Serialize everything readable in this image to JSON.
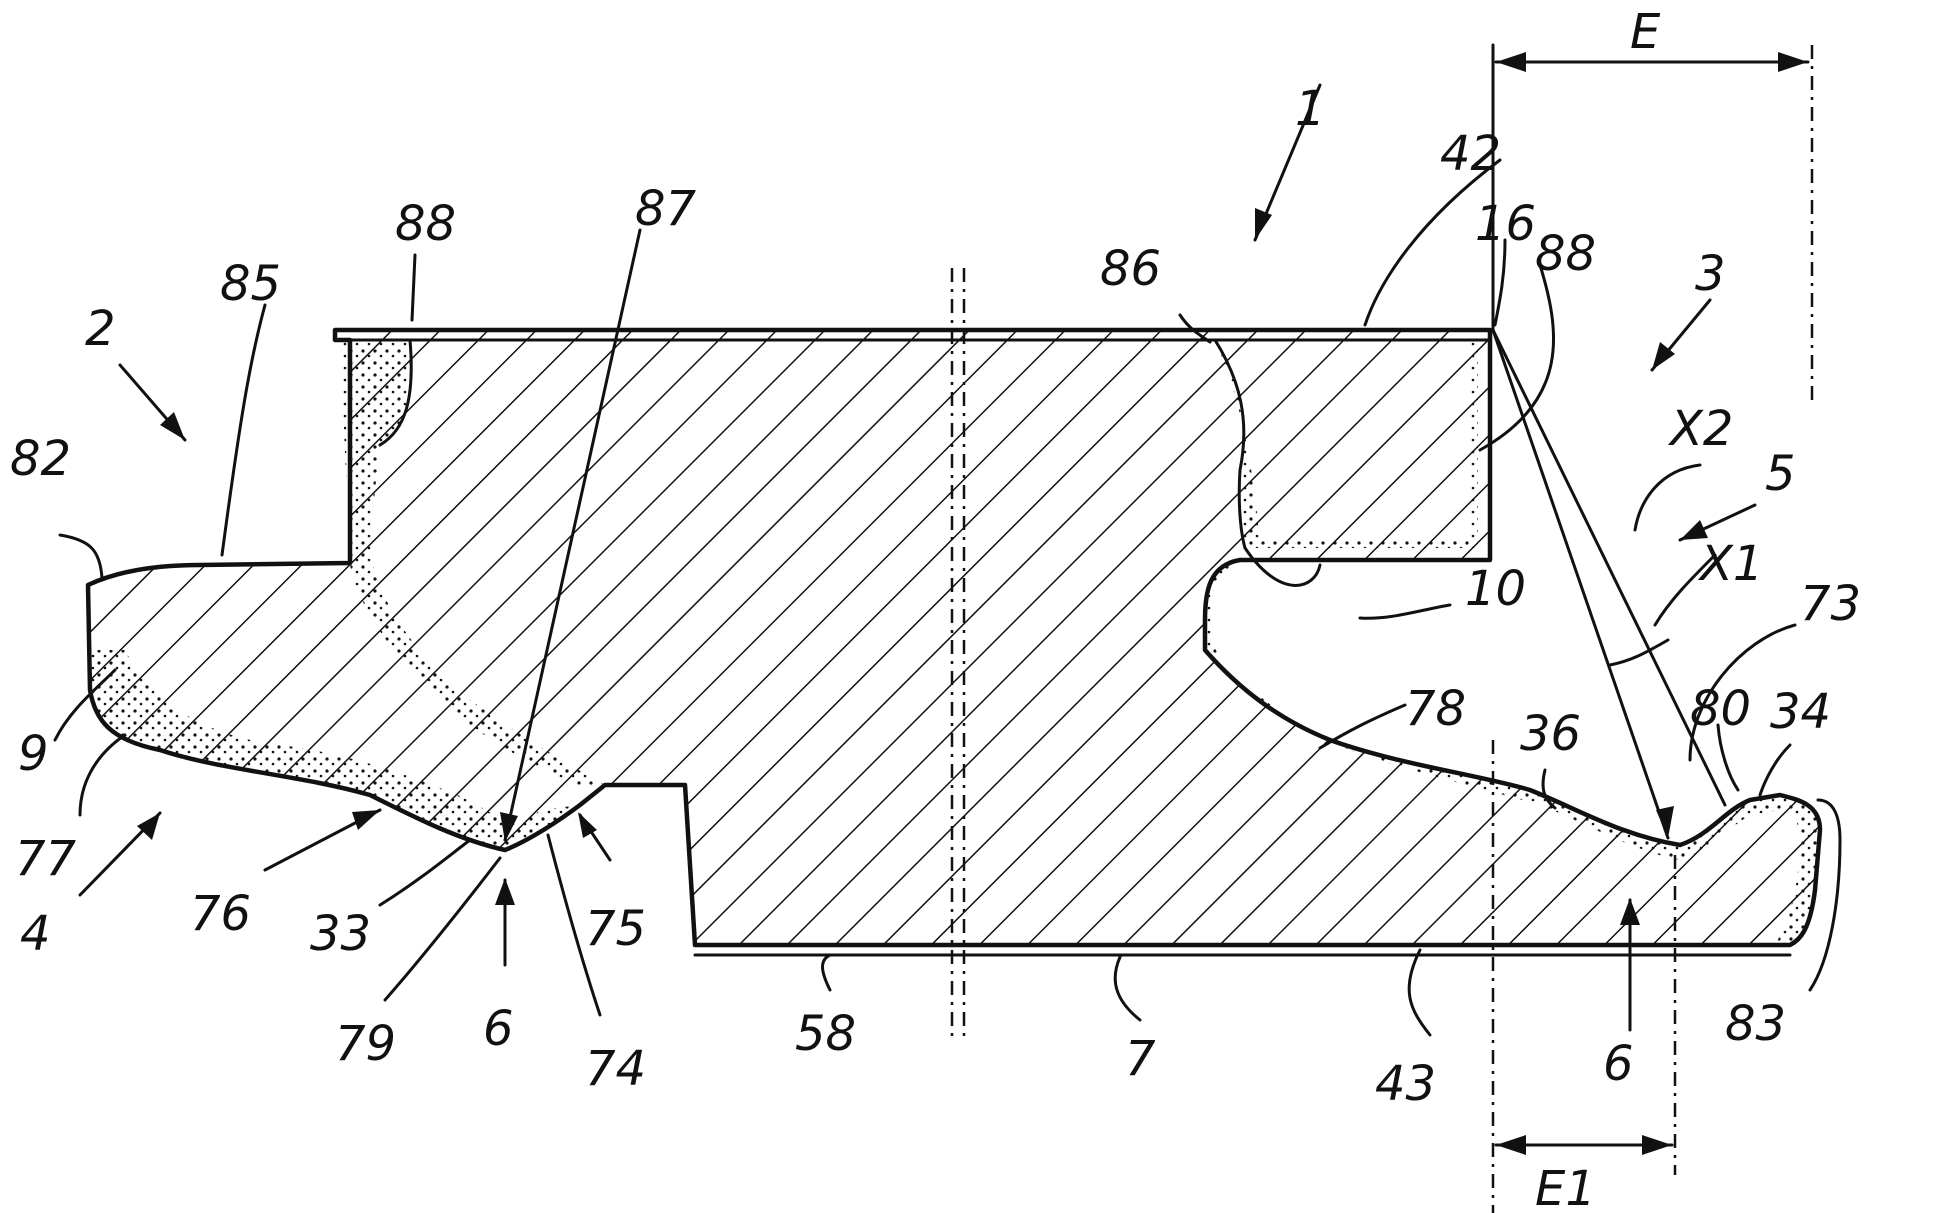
{
  "figure": {
    "labels": {
      "l1": "1",
      "l2": "2",
      "l3": "3",
      "l4": "4",
      "l5": "5",
      "l6a": "6",
      "l6b": "6",
      "l7": "7",
      "l9": "9",
      "l10": "10",
      "l16": "16",
      "l33": "33",
      "l34": "34",
      "l36": "36",
      "l42": "42",
      "l43": "43",
      "l58": "58",
      "l73": "73",
      "l74": "74",
      "l75": "75",
      "l76": "76",
      "l77": "77",
      "l78": "78",
      "l79": "79",
      "l80": "80",
      "l82": "82",
      "l83": "83",
      "l85": "85",
      "l86": "86",
      "l87": "87",
      "l88a": "88",
      "l88b": "88",
      "lE": "E",
      "lE1": "E1",
      "lX1": "X1",
      "lX2": "X2"
    }
  }
}
